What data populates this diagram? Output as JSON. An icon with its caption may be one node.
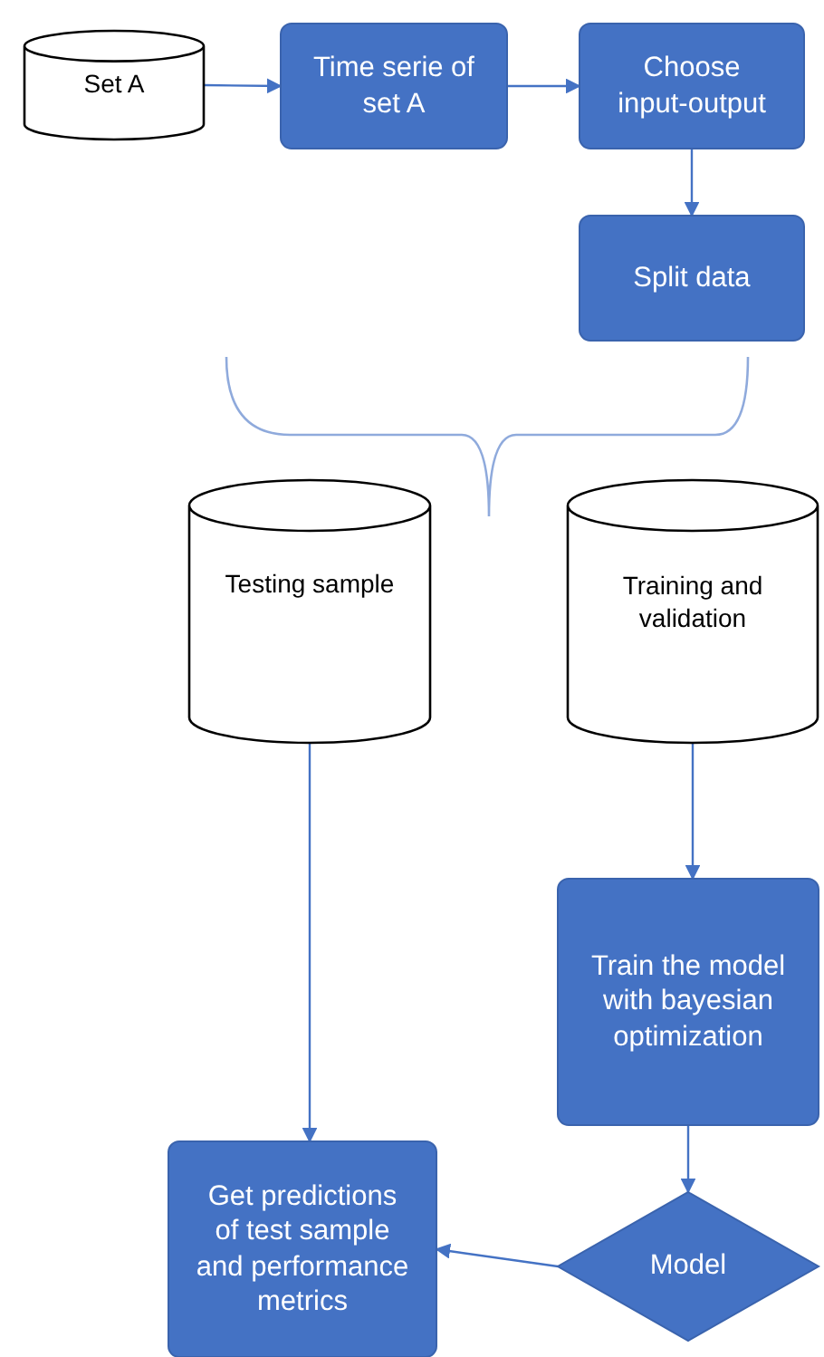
{
  "diagram": {
    "nodes": [
      {
        "text": [
          "Set A"
        ]
      },
      {
        "text": [
          "Time serie of set A"
        ]
      },
      {
        "text": [
          "Choose input-output"
        ]
      },
      {
        "text": [
          "Split data"
        ]
      },
      {
        "text": [
          "Testing sample"
        ]
      },
      {
        "text": [
          "Training and validation"
        ]
      },
      {
        "text": [
          "Train the model with bayesian optimization"
        ]
      },
      {
        "text": [
          "Model"
        ]
      },
      {
        "text": [
          "Get predictions of test sample and performance metrics"
        ]
      }
    ],
    "edges": [
      {
        "from": 0,
        "to": 1,
        "arrow": "to"
      },
      {
        "from": 1,
        "to": 2,
        "arrow": "to"
      },
      {
        "from": 2,
        "to": 3,
        "arrow": "to"
      },
      {
        "from": 4,
        "to": 8,
        "arrow": "to"
      },
      {
        "from": 5,
        "to": 6,
        "arrow": "to"
      },
      {
        "from": 6,
        "to": 7,
        "arrow": "to"
      },
      {
        "from": 7,
        "to": 8,
        "arrow": "to"
      }
    ]
  }
}
